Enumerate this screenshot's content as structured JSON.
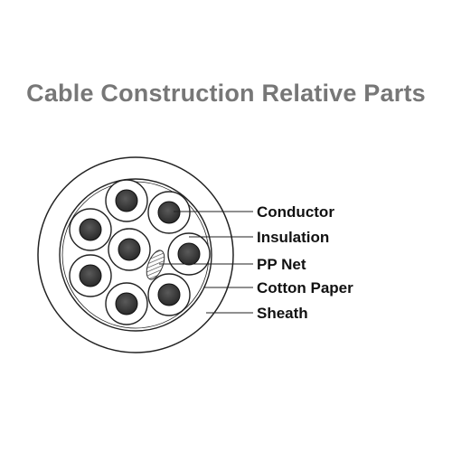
{
  "title": "Cable Construction Relative Parts",
  "labels": {
    "conductor": "Conductor",
    "insulation": "Insulation",
    "pp_net": "PP Net",
    "cotton_paper": "Cotton Paper",
    "sheath": "Sheath"
  },
  "colors": {
    "title": "#777777",
    "outline": "#222222",
    "conductor_fill": "#3a3a3a",
    "hatch": "#444444"
  }
}
